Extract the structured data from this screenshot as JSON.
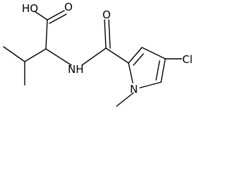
{
  "molecule": {
    "atoms": {
      "hydroxyl": "HO",
      "carboxyl_oxygen": "O",
      "amide_oxygen": "O",
      "amide_nitrogen": "NH",
      "ring_nitrogen": "N",
      "chlorine": "Cl"
    }
  }
}
